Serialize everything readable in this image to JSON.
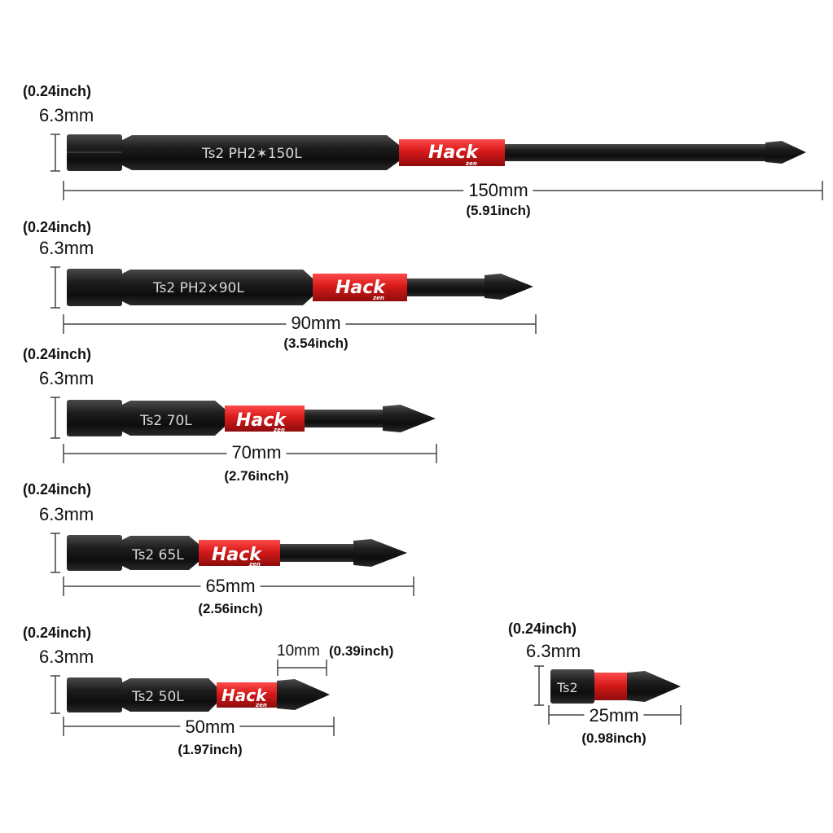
{
  "colors": {
    "steel": "#1b1b1b",
    "steel_light": "#3a3a3a",
    "band": "#d71a1a",
    "line": "#444444"
  },
  "bits": [
    {
      "diameter_in": "(0.24inch)",
      "diameter_mm": "6.3mm",
      "engraving": "Ts2 PH2✶150L",
      "brand": "Hack",
      "brand_sub": "zen",
      "length_mm": "150mm",
      "length_in": "(5.91inch)"
    },
    {
      "diameter_in": "(0.24inch)",
      "diameter_mm": "6.3mm",
      "engraving": "Ts2 PH2×90L",
      "brand": "Hack",
      "brand_sub": "zen",
      "length_mm": "90mm",
      "length_in": "(3.54inch)"
    },
    {
      "diameter_in": "(0.24inch)",
      "diameter_mm": "6.3mm",
      "engraving": "Ts2 70L",
      "brand": "Hack",
      "brand_sub": "zen",
      "length_mm": "70mm",
      "length_in": "(2.76inch)"
    },
    {
      "diameter_in": "(0.24inch)",
      "diameter_mm": "6.3mm",
      "engraving": "Ts2 65L",
      "brand": "Hack",
      "brand_sub": "zen",
      "length_mm": "65mm",
      "length_in": "(2.56inch)"
    },
    {
      "diameter_in": "(0.24inch)",
      "diameter_mm": "6.3mm",
      "engraving": "Ts2 50L",
      "brand": "Hack",
      "brand_sub": "zen",
      "length_mm": "50mm",
      "length_in": "(1.97inch)",
      "tip_mm": "10mm",
      "tip_in": "(0.39inch)"
    },
    {
      "diameter_in": "(0.24inch)",
      "diameter_mm": "6.3mm",
      "engraving": "Ts2",
      "length_mm": "25mm",
      "length_in": "(0.98inch)"
    }
  ]
}
